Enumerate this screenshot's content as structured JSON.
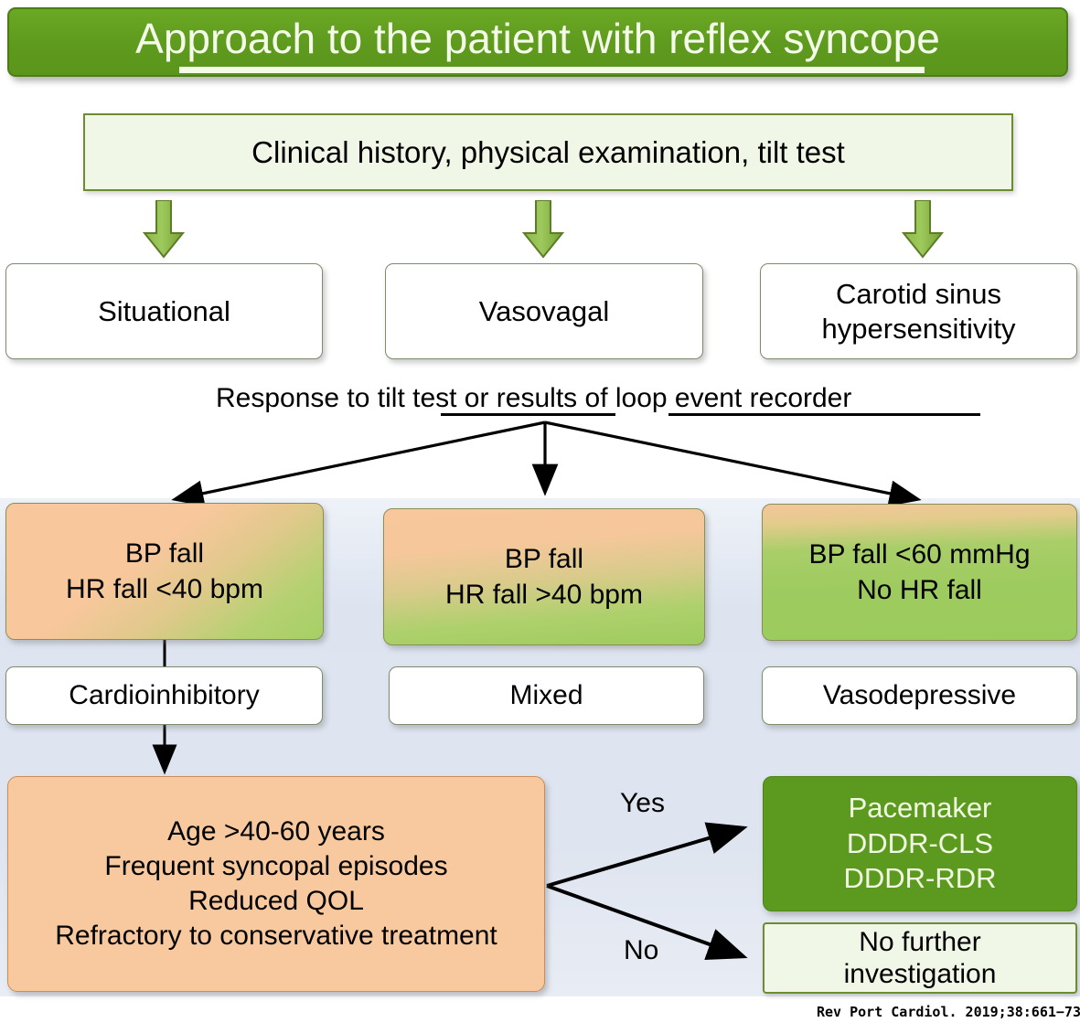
{
  "title": {
    "text": "Approach to the patient with reflex syncope"
  },
  "assessment": {
    "label": "Clinical history, physical examination, tilt test"
  },
  "syncope_types": [
    {
      "label": "Situational"
    },
    {
      "label": "Vasovagal"
    },
    {
      "label": "Carotid sinus",
      "label2": "hypersensitivity"
    }
  ],
  "response_note": {
    "text": "Response to tilt test or results of loop event recorder"
  },
  "criteria": [
    {
      "line1": "BP fall",
      "line2": "HR fall <40 bpm"
    },
    {
      "line1": "BP fall",
      "line2": "HR fall >40 bpm"
    },
    {
      "line1": "BP fall <60 mmHg",
      "line2": "No HR fall"
    }
  ],
  "classifications": [
    {
      "label": "Cardioinhibitory"
    },
    {
      "label": "Mixed"
    },
    {
      "label": "Vasodepressive"
    }
  ],
  "indication": {
    "line1": "Age >40-60 years",
    "line2": "Frequent syncopal episodes",
    "line3": "Reduced QOL",
    "line4": "Refractory to conservative treatment"
  },
  "decision": {
    "yes_label": "Yes",
    "no_label": "No"
  },
  "outcomes": {
    "pacemaker": {
      "line1": "Pacemaker",
      "line2": "DDDR-CLS",
      "line3": "DDDR-RDR"
    },
    "no_further": {
      "line1": "No further",
      "line2": "investigation"
    }
  },
  "citation": {
    "text": "Rev Port Cardiol. 2019;38:661−73"
  },
  "colors": {
    "banner_green": "#5b9a1e",
    "pale_green": "#f0f7e7",
    "peach": "#f8c99e",
    "leaf_green": "#a6cf66",
    "background_panel": "#dde4f0",
    "arrow_green": "#7aa73a"
  }
}
